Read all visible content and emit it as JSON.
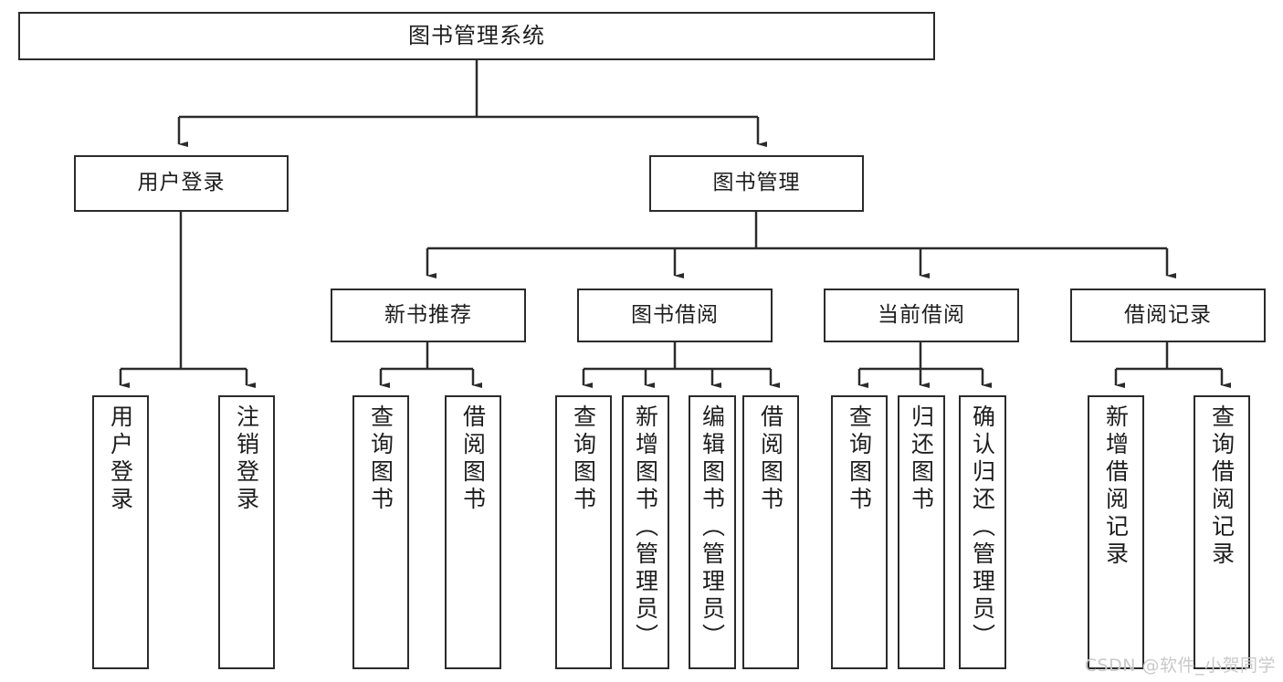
{
  "diagram": {
    "title": "图书管理系统",
    "type": "tree",
    "watermark": "CSDN @软件_小贺同学",
    "colors": {
      "box_border": "#2b2b2b",
      "box_fill": "#ffffff",
      "connector": "#2b2b2b",
      "text": "#1d1d1d",
      "watermark": "#c9c9c9"
    },
    "nodes": {
      "root": {
        "label": "图书管理系统"
      },
      "level2": [
        {
          "id": "user-login",
          "label": "用户登录"
        },
        {
          "id": "book-manage",
          "label": "图书管理"
        }
      ],
      "level3": [
        {
          "id": "new-book-recommend",
          "label": "新书推荐"
        },
        {
          "id": "book-borrow",
          "label": "图书借阅"
        },
        {
          "id": "current-borrow",
          "label": "当前借阅"
        },
        {
          "id": "borrow-record",
          "label": "借阅记录"
        }
      ],
      "leaves": {
        "user-login": [
          {
            "id": "leaf-user-login",
            "label": "用户登录"
          },
          {
            "id": "leaf-logout-login",
            "label": "注销登录"
          }
        ],
        "new-book-recommend": [
          {
            "id": "leaf-query-book-1",
            "label": "查询图书"
          },
          {
            "id": "leaf-borrow-book-1",
            "label": "借阅图书"
          }
        ],
        "book-borrow": [
          {
            "id": "leaf-query-book-2",
            "label": "查询图书"
          },
          {
            "id": "leaf-add-book",
            "label": "新增图书（管理员）"
          },
          {
            "id": "leaf-edit-book",
            "label": "编辑图书（管理员）"
          },
          {
            "id": "leaf-borrow-book-2",
            "label": "借阅图书"
          }
        ],
        "current-borrow": [
          {
            "id": "leaf-query-book-3",
            "label": "查询图书"
          },
          {
            "id": "leaf-return-book",
            "label": "归还图书"
          },
          {
            "id": "leaf-confirm-return",
            "label": "确认归还（管理员）"
          }
        ],
        "borrow-record": [
          {
            "id": "leaf-add-record",
            "label": "新增借阅记录"
          },
          {
            "id": "leaf-query-record",
            "label": "查询借阅记录"
          }
        ]
      }
    }
  }
}
